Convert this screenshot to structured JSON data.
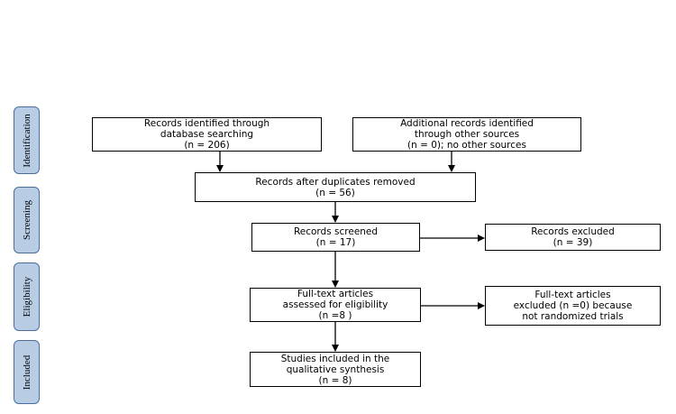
{
  "phases": [
    {
      "label": "Identification"
    },
    {
      "label": "Screening"
    },
    {
      "label": "Eligibility"
    },
    {
      "label": "Included"
    }
  ],
  "boxes": {
    "records_identified": {
      "lines": [
        "Records identified through",
        "database searching",
        "(n = 206)"
      ]
    },
    "additional_records": {
      "lines": [
        "Additional records identified",
        "through other sources",
        "(n = 0); no other sources"
      ]
    },
    "after_duplicates": {
      "lines": [
        "Records after duplicates removed",
        "(n = 56)"
      ]
    },
    "screened": {
      "lines": [
        "Records screened",
        "(n = 17)"
      ]
    },
    "excluded": {
      "lines": [
        "Records excluded",
        "(n = 39)"
      ]
    },
    "fulltext_assessed": {
      "lines": [
        "Full-text articles",
        "assessed for eligibility",
        "(n =8 )"
      ]
    },
    "fulltext_excluded": {
      "lines": [
        "Full-text articles",
        "excluded (n =0) because",
        "not randomized trials"
      ]
    },
    "included": {
      "lines": [
        "Studies included in the",
        "qualitative synthesis",
        "(n = 8)"
      ]
    }
  },
  "colors": {
    "phase_fill": "#b8cce4",
    "phase_border": "#4a6fa0",
    "line": "#000000"
  }
}
